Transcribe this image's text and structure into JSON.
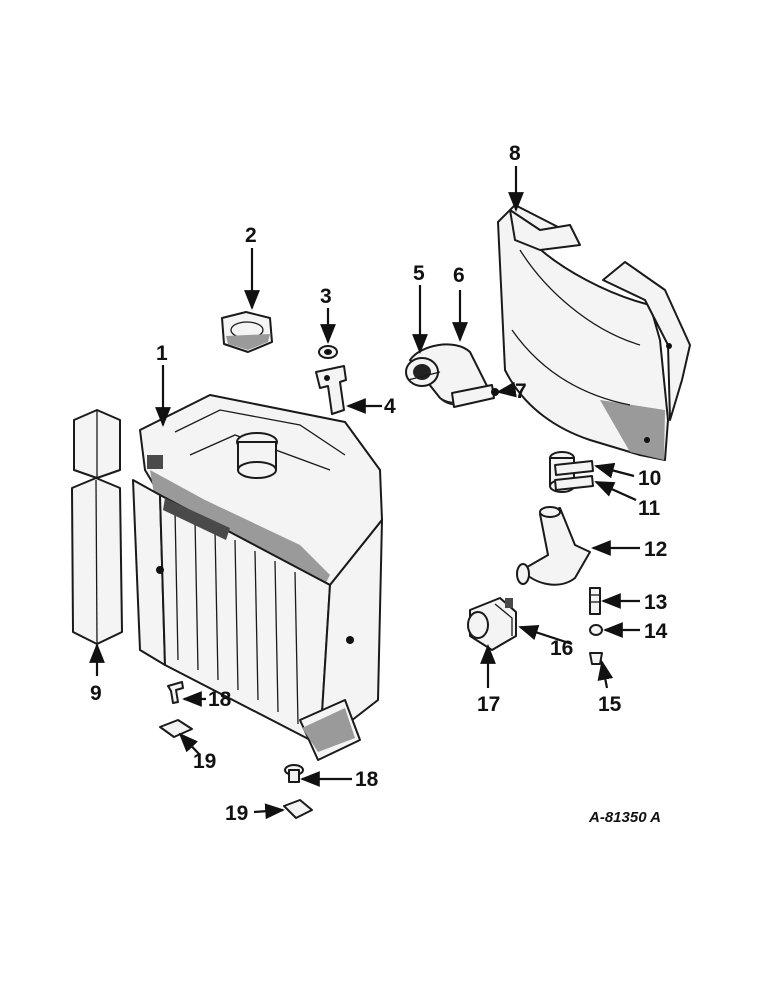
{
  "diagram": {
    "reference": "A-81350 A",
    "callouts": [
      "1",
      "2",
      "3",
      "4",
      "5",
      "6",
      "7",
      "8",
      "9",
      "10",
      "11",
      "12",
      "13",
      "14",
      "15",
      "16",
      "17",
      "18",
      "19"
    ],
    "callout_18_second": "18",
    "callout_19_second": "19"
  },
  "colors": {
    "ink": "#111111",
    "paper": "#ffffff",
    "shade": "#9a9a9a"
  }
}
